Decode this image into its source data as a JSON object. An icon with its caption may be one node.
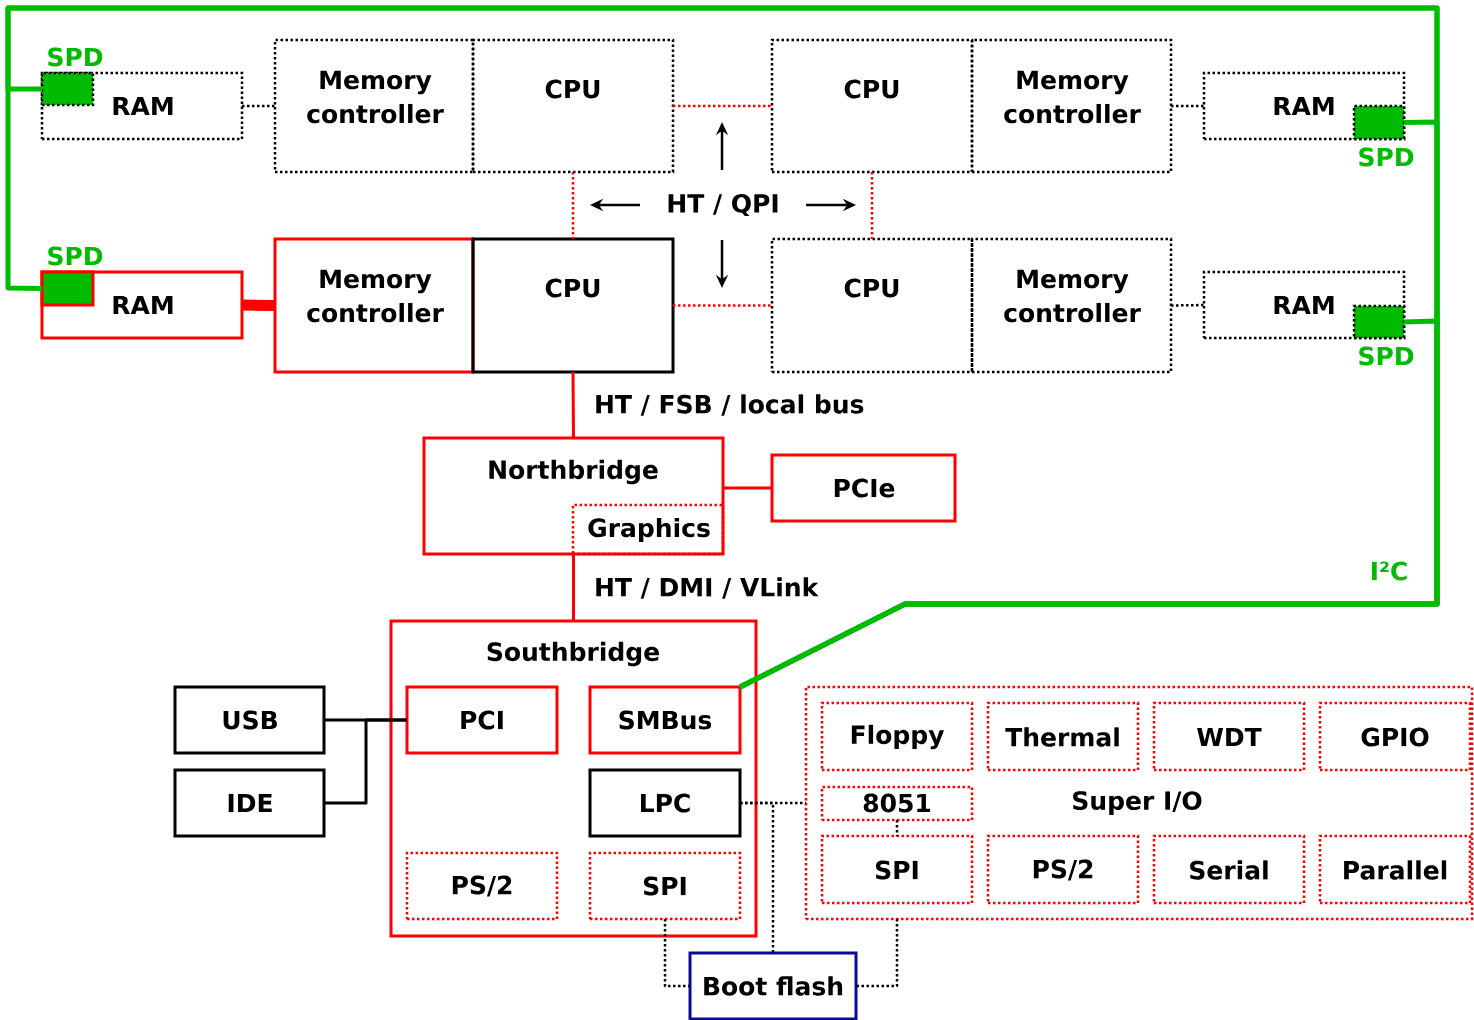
{
  "diagram": {
    "nodes": [
      {
        "text": [
          "RAM"
        ]
      },
      {
        "text": [
          "SPD"
        ],
        "in": 0
      },
      {
        "text": [
          "Memory controller"
        ]
      },
      {
        "text": [
          "CPU"
        ]
      },
      {
        "text": [
          "CPU"
        ]
      },
      {
        "text": [
          "Memory controller"
        ]
      },
      {
        "text": [
          "RAM"
        ]
      },
      {
        "text": [
          "SPD"
        ],
        "in": 6
      },
      {
        "text": [
          "RAM"
        ]
      },
      {
        "text": [
          "SPD"
        ],
        "in": 8
      },
      {
        "text": [
          "Memory controller"
        ]
      },
      {
        "text": [
          "CPU"
        ]
      },
      {
        "text": [
          "CPU"
        ]
      },
      {
        "text": [
          "Memory controller"
        ]
      },
      {
        "text": [
          "RAM"
        ]
      },
      {
        "text": [
          "SPD"
        ],
        "in": 14
      },
      {
        "text": [
          "Northbridge"
        ]
      },
      {
        "text": [
          "Graphics"
        ],
        "in": 16
      },
      {
        "text": [
          "PCIe"
        ]
      },
      {
        "text": [
          "Southbridge"
        ]
      },
      {
        "text": [
          "PCI"
        ],
        "in": 19
      },
      {
        "text": [
          "SMBus"
        ],
        "in": 19
      },
      {
        "text": [
          "LPC"
        ],
        "in": 19
      },
      {
        "text": [
          "PS/2"
        ],
        "in": 19
      },
      {
        "text": [
          "SPI"
        ],
        "in": 19
      },
      {
        "text": [
          "USB"
        ]
      },
      {
        "text": [
          "IDE"
        ]
      },
      {
        "text": [
          "Super I/O"
        ]
      },
      {
        "text": [
          "Floppy"
        ],
        "in": 27
      },
      {
        "text": [
          "Thermal"
        ],
        "in": 27
      },
      {
        "text": [
          "WDT"
        ],
        "in": 27
      },
      {
        "text": [
          "GPIO"
        ],
        "in": 27
      },
      {
        "text": [
          "8051"
        ],
        "in": 27
      },
      {
        "text": [
          "SPI"
        ],
        "in": 27
      },
      {
        "text": [
          "PS/2"
        ],
        "in": 27
      },
      {
        "text": [
          "Serial"
        ],
        "in": 27
      },
      {
        "text": [
          "Parallel"
        ],
        "in": 27
      },
      {
        "text": [
          "Boot flash"
        ]
      }
    ],
    "edges": [
      {
        "from": 0,
        "to": 2,
        "arrow": "none",
        "style": "dashed"
      },
      {
        "from": 5,
        "to": 6,
        "arrow": "none",
        "style": "dashed"
      },
      {
        "from": 8,
        "to": 10,
        "arrow": "none",
        "style": "thick",
        "color": "#ff0000"
      },
      {
        "from": 13,
        "to": 14,
        "arrow": "none",
        "style": "dashed"
      },
      {
        "from": 3,
        "to": 4,
        "arrow": "none",
        "style": "dashed",
        "color": "#ff0000"
      },
      {
        "from": 3,
        "to": 11,
        "arrow": "none",
        "style": "dashed",
        "color": "#ff0000"
      },
      {
        "from": 4,
        "to": 12,
        "arrow": "none",
        "style": "dashed",
        "color": "#ff0000"
      },
      {
        "from": 11,
        "to": 12,
        "arrow": "none",
        "style": "dashed",
        "color": "#ff0000"
      },
      {
        "from": 11,
        "to": 16,
        "arrow": "none",
        "color": "#ff0000",
        "label": "HT / FSB / local bus"
      },
      {
        "from": 16,
        "to": 18,
        "arrow": "none",
        "color": "#ff0000"
      },
      {
        "from": 16,
        "to": 19,
        "arrow": "none",
        "color": "#ff0000",
        "label": "HT / DMI / VLink"
      },
      {
        "from": 25,
        "to": 20,
        "arrow": "none"
      },
      {
        "from": 26,
        "to": 20,
        "arrow": "none"
      },
      {
        "from": 22,
        "to": 27,
        "arrow": "none",
        "style": "dashed"
      },
      {
        "from": 22,
        "to": 37,
        "arrow": "none",
        "style": "dashed"
      },
      {
        "from": 24,
        "to": 37,
        "arrow": "none",
        "style": "dashed"
      },
      {
        "from": 27,
        "to": 37,
        "arrow": "none",
        "style": "dashed"
      },
      {
        "from": 32,
        "to": 33,
        "arrow": "none",
        "style": "dashed"
      },
      {
        "from": 21,
        "to": 1,
        "arrow": "none",
        "style": "thick",
        "color": "#00bb00"
      },
      {
        "from": 21,
        "to": 7,
        "arrow": "none",
        "style": "thick",
        "color": "#00bb00"
      },
      {
        "from": 21,
        "to": 9,
        "arrow": "none",
        "style": "thick",
        "color": "#00bb00"
      },
      {
        "from": 21,
        "to": 15,
        "arrow": "none",
        "style": "thick",
        "color": "#00bb00"
      }
    ],
    "labels": [
      "HT / QPI",
      "I²C"
    ]
  }
}
